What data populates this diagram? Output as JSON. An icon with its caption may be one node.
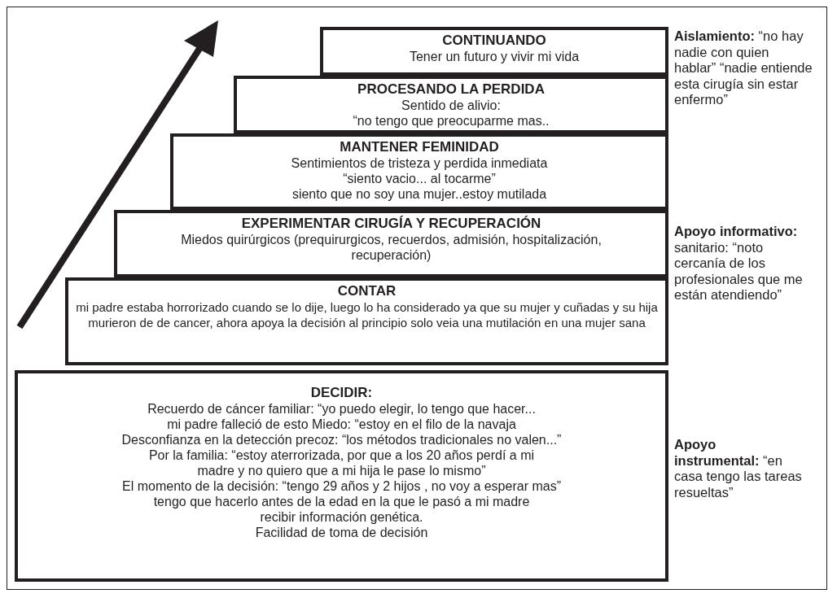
{
  "diagram": {
    "nodes": [
      {
        "text": [
          "CONTINUANDO",
          "Tener un futuro y vivir mi vida"
        ]
      },
      {
        "text": [
          "PROCESANDO LA PERDIDA",
          "Sentido de alivio:",
          "“no tengo que preocuparme mas.."
        ]
      },
      {
        "text": [
          "MANTENER FEMINIDAD",
          "Sentimientos de tristeza y perdida inmediata",
          "“siento vacio... al tocarme”",
          "siento que no soy una mujer..estoy mutilada"
        ]
      },
      {
        "text": [
          "EXPERIMENTAR CIRUGÍA Y RECUPERACIÓN",
          "Miedos quirúrgicos (prequirurgicos, recuerdos, admisión, hospitalización, recuperación)"
        ]
      },
      {
        "text": [
          "CONTAR",
          "mi padre estaba horrorizado cuando se lo dije, luego lo ha considerado ya que su mujer y cuñadas y su hija murieron de de cancer, ahora apoya la decisión al principio solo veia una mutilación en una mujer sana"
        ]
      },
      {
        "text": [
          "DECIDIR:",
          "Recuerdo de cáncer familiar: “yo puedo elegir, lo tengo que hacer...",
          "mi padre falleció de esto Miedo: “estoy en el filo de la navaja",
          "Desconfianza en la detección precoz: “los métodos tradicionales no valen...”",
          "Por la familia: “estoy aterrorizada, por que a los 20 años perdí a mi madre y no quiero que a mi hija le pase lo mismo”",
          "El momento de la decisión: “tengo 29 años y 2 hijos , no voy a esperar mas”",
          "tengo que hacerlo antes de la edad en la que le pasó a mi madre",
          "recibir información genética.",
          "Facilidad de toma de decisión"
        ]
      }
    ],
    "labels": [
      "**Aislamiento:** “no hay nadie con quien hablar” “nadie entiende esta cirugía sin estar enfermo”",
      "**Apoyo informativo:** sanitario: “noto cercanía de los profesionales que me están atendiendo”",
      "**Apoyo instrumental:** “en casa tengo las tareas resueltas”"
    ]
  }
}
